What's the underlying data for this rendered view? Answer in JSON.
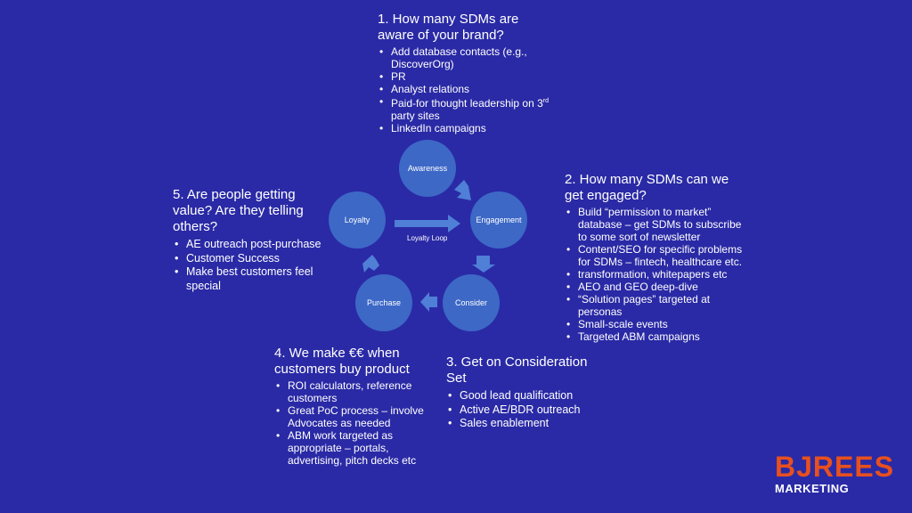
{
  "blocks": {
    "awareness": {
      "title": "1. How many SDMs are aware of your brand?",
      "bullets": [
        "Add database contacts (e.g., DiscoverOrg)",
        "PR",
        "Analyst relations",
        "Paid-for thought leadership on 3rd party sites",
        "LinkedIn campaigns"
      ]
    },
    "engagement": {
      "title": "2. How many SDMs can we get engaged?",
      "bullets": [
        "Build “permission to market” database – get SDMs to subscribe to some sort of newsletter",
        "Content/SEO for specific problems for SDMs – fintech, healthcare etc.",
        " transformation, whitepapers etc",
        "AEO and GEO deep-dive",
        "“Solution pages” targeted at personas",
        "Small-scale events",
        "Targeted ABM campaigns"
      ]
    },
    "consider": {
      "title": "3. Get on Consideration Set",
      "bullets": [
        "Good lead qualification",
        "Active AE/BDR outreach",
        "Sales enablement"
      ]
    },
    "purchase": {
      "title": "4. We make €€ when customers buy product",
      "bullets": [
        "ROI calculators, reference customers",
        "Great PoC process – involve Advocates as needed",
        "ABM work targeted as appropriate – portals, advertising, pitch decks etc"
      ]
    },
    "loyalty": {
      "title": "5. Are people getting value? Are they telling others?",
      "bullets": [
        "AE outreach post-purchase",
        "Customer Success",
        "Make best customers feel special"
      ]
    }
  },
  "cycle": {
    "awareness": "Awareness",
    "engagement": "Engagement",
    "consider": "Consider",
    "purchase": "Purchase",
    "loyalty": "Loyalty",
    "center_label": "Loyalty Loop"
  },
  "logo": {
    "main": "BJREES",
    "sub": "MARKETING"
  },
  "colors": {
    "background": "#2a2aa6",
    "circle": "#3d68c6",
    "arrow": "#4f7fd6",
    "logo_accent": "#e8501e"
  }
}
